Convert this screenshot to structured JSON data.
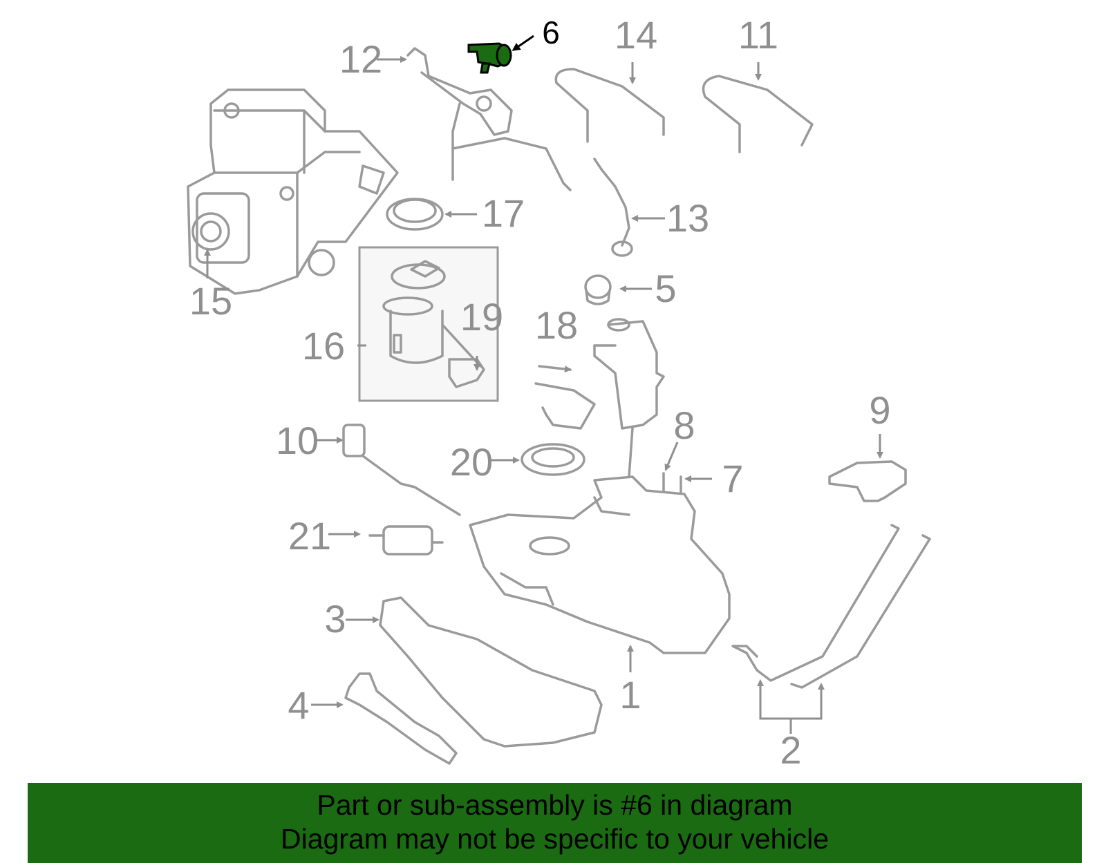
{
  "callouts": {
    "c1": "1",
    "c2": "2",
    "c3": "3",
    "c4": "4",
    "c5": "5",
    "c6": "6",
    "c7": "7",
    "c8": "8",
    "c9": "9",
    "c10": "10",
    "c11": "11",
    "c12": "12",
    "c13": "13",
    "c14": "14",
    "c15": "15",
    "c16": "16",
    "c17": "17",
    "c18": "18",
    "c19": "19",
    "c20": "20",
    "c21": "21"
  },
  "highlight": {
    "part_number": "6",
    "color": "#1a6b12"
  },
  "banner": {
    "line1": "Part or sub-assembly is #6 in diagram",
    "line2": "Diagram may not be specific to your vehicle",
    "background": "#1a6b12"
  }
}
